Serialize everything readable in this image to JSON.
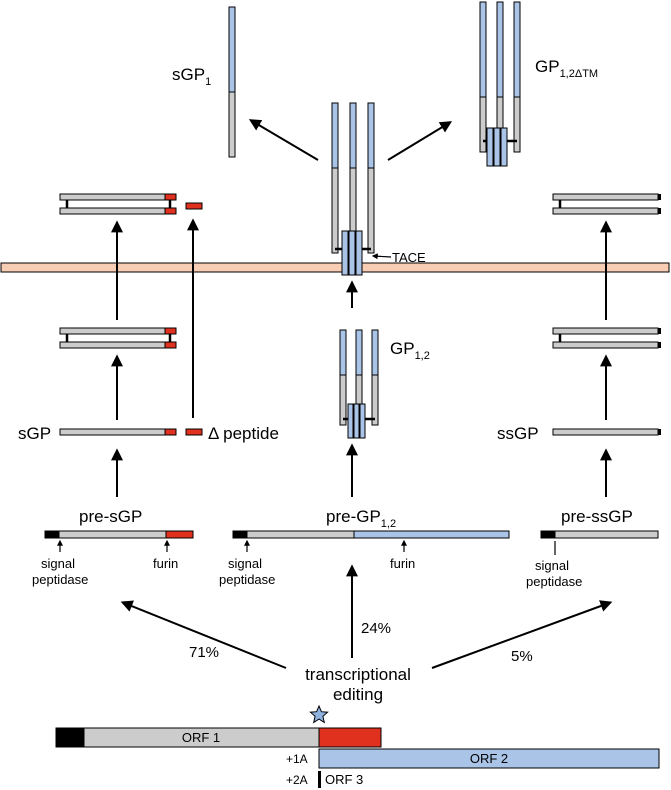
{
  "labels": {
    "sgp1": "sGP",
    "sgp1_sub": "1",
    "gp12dtm": "GP",
    "gp12dtm_sub": "1,2ΔTM",
    "tace": "TACE",
    "gp12": "GP",
    "gp12_sub": "1,2",
    "sgp": "sGP",
    "delta_peptide": "Δ peptide",
    "ssgp": "ssGP",
    "pre_sgp": "pre-sGP",
    "pre_gp12": "pre-GP",
    "pre_gp12_sub": "1,2",
    "pre_ssgp": "pre-ssGP",
    "signal": "signal",
    "peptidase": "peptidase",
    "furin": "furin",
    "pct_71": "71%",
    "pct_24": "24%",
    "pct_5": "5%",
    "transcriptional": "transcriptional",
    "editing": "editing",
    "orf1": "ORF 1",
    "orf2": "ORF 2",
    "orf3": "ORF 3",
    "plus1a": "+1A",
    "plus2a": "+2A"
  },
  "colors": {
    "gray": "#cccccc",
    "blue": "#a9c4e6",
    "red": "#e0301e",
    "membrane": "#f7cdb3",
    "black": "#000000",
    "star": "#8fb3e0"
  }
}
